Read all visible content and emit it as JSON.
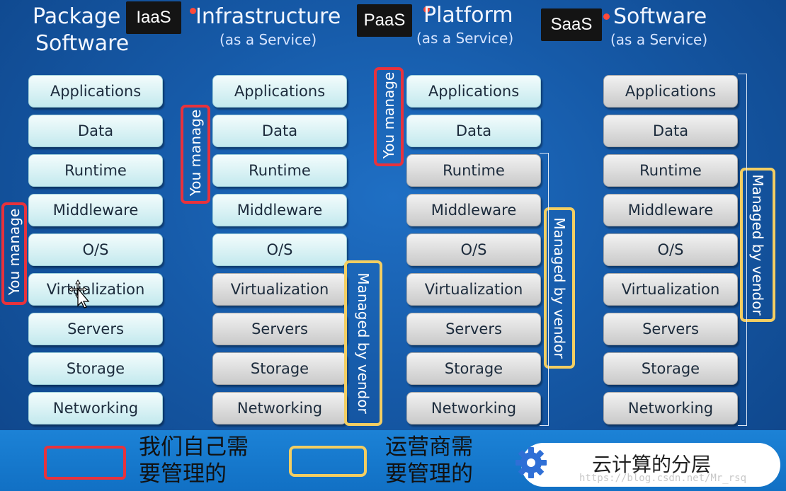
{
  "columns": [
    {
      "title_line1": "Package",
      "title_line2": "Software",
      "subtitle": ""
    },
    {
      "title_line1": "Infrastructure",
      "subtitle": "(as a Service)",
      "tag": "IaaS"
    },
    {
      "title_line1": "Platform",
      "subtitle": "(as a Service)",
      "tag": "PaaS"
    },
    {
      "title_line1": "Software",
      "subtitle": "(as a Service)",
      "tag": "SaaS"
    }
  ],
  "layers": [
    "Applications",
    "Data",
    "Runtime",
    "Middleware",
    "O/S",
    "Virtualization",
    "Servers",
    "Storage",
    "Networking"
  ],
  "labels": {
    "you_manage": "You manage",
    "managed_by_vendor": "Managed by vendor"
  },
  "legend": {
    "self_line1": "我们自己需",
    "self_line2": "要管理的",
    "vendor_line1": "运营商需",
    "vendor_line2": "要管理的",
    "title": "云计算的分层"
  },
  "watermark": "https://blog.csdn.net/Mr_rsq",
  "colors": {
    "you_manage_box": "#e8323c",
    "vendor_box": "#f3ce62",
    "user_tile": "#c3e9ee",
    "vendor_tile": "#c9c9c9",
    "background": "#165aa8"
  },
  "icons": {
    "cursor": "move-cursor-icon",
    "legend": "gear-icon"
  }
}
